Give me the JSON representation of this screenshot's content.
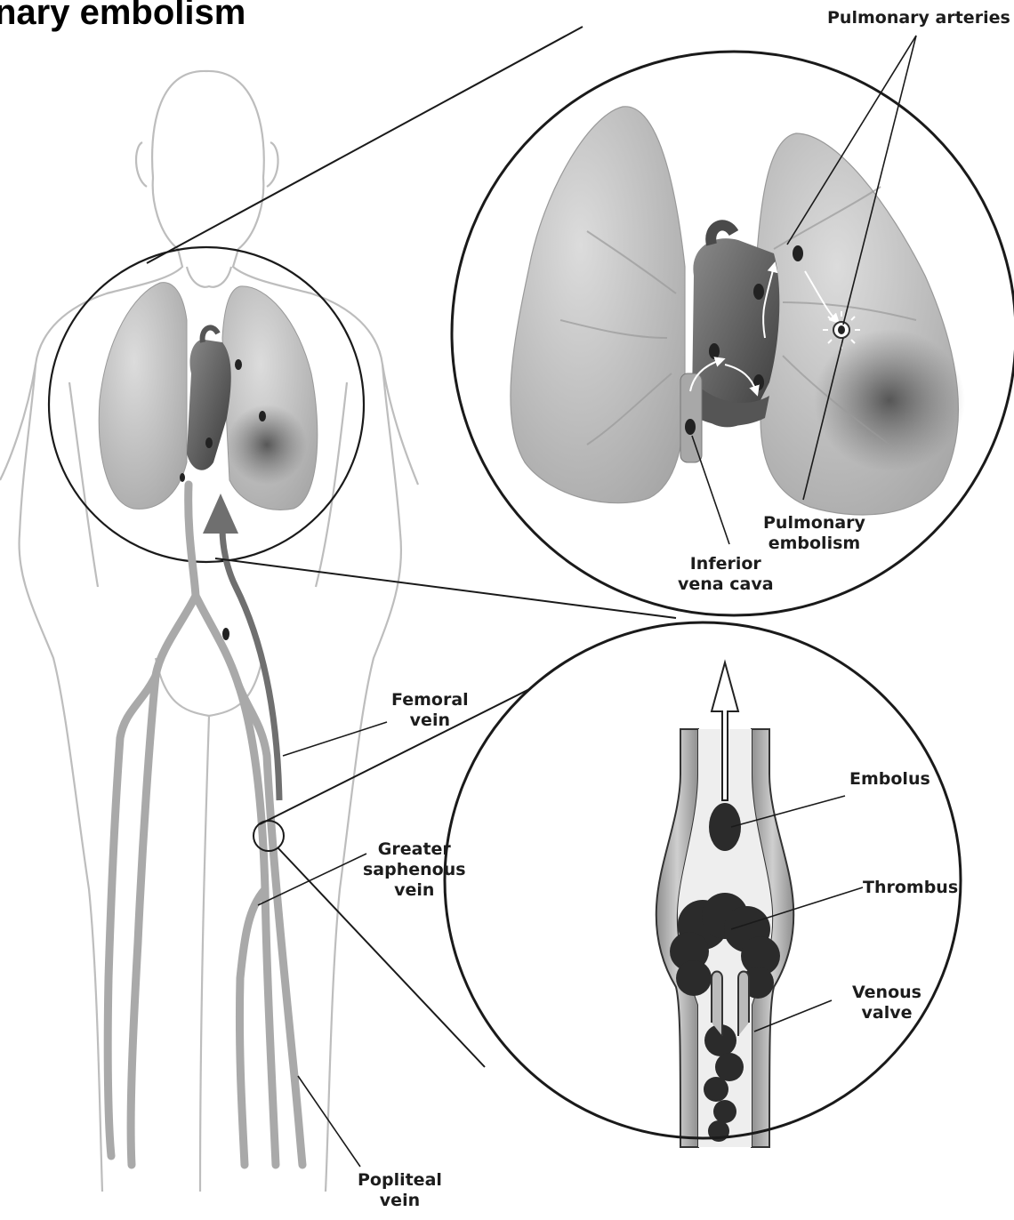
{
  "title": "nary embolism",
  "labels": {
    "pulmonary_arteries": "Pulmonary arteries",
    "pulmonary_embolism": [
      "Pulmonary",
      "embolism"
    ],
    "inferior_vena_cava": [
      "Inferior",
      "vena cava"
    ],
    "femoral_vein": [
      "Femoral",
      "vein"
    ],
    "greater_saphenous_vein": [
      "Greater",
      "saphenous",
      "vein"
    ],
    "popliteal_vein": [
      "Popliteal",
      "vein"
    ],
    "embolus": "Embolus",
    "thrombus": "Thrombus",
    "venous_valve": [
      "Venous",
      "valve"
    ]
  },
  "icons": [
    "body-outline-icon",
    "lungs-icon",
    "heart-icon",
    "vein-cross-section-icon",
    "blood-flow-arrow-icon"
  ],
  "colors": {
    "line": "#1a1a1a",
    "outline": "#bdbdbd",
    "vein": "#a9a9a9",
    "lung": "#c9c9c9",
    "clot": "#2b2b2b",
    "flow_arrow": "#6f6f6f"
  }
}
